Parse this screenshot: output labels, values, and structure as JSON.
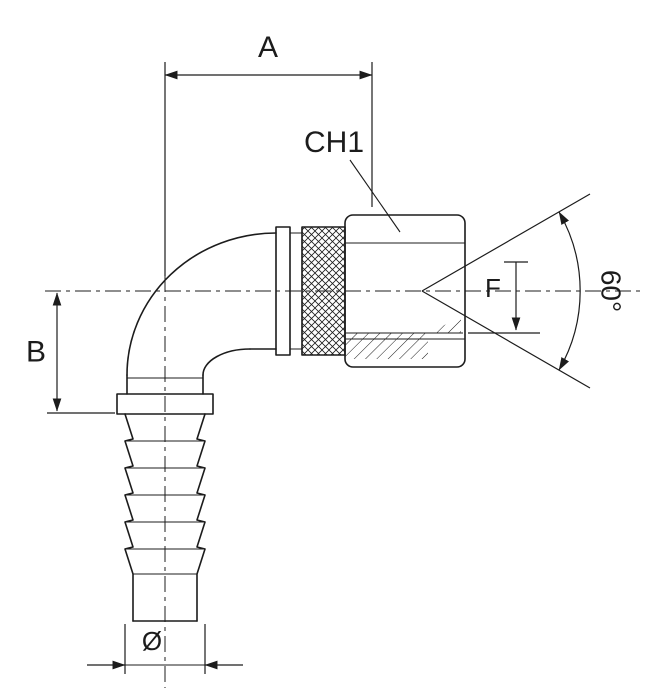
{
  "drawing": {
    "labels": {
      "dim_a": "A",
      "dim_b": "B",
      "hex_callout": "CH1",
      "dim_f": "F",
      "cone_angle": "60°",
      "diameter_symbol": "Ø"
    },
    "colors": {
      "line": "#1c1c1c",
      "background": "#ffffff"
    }
  }
}
